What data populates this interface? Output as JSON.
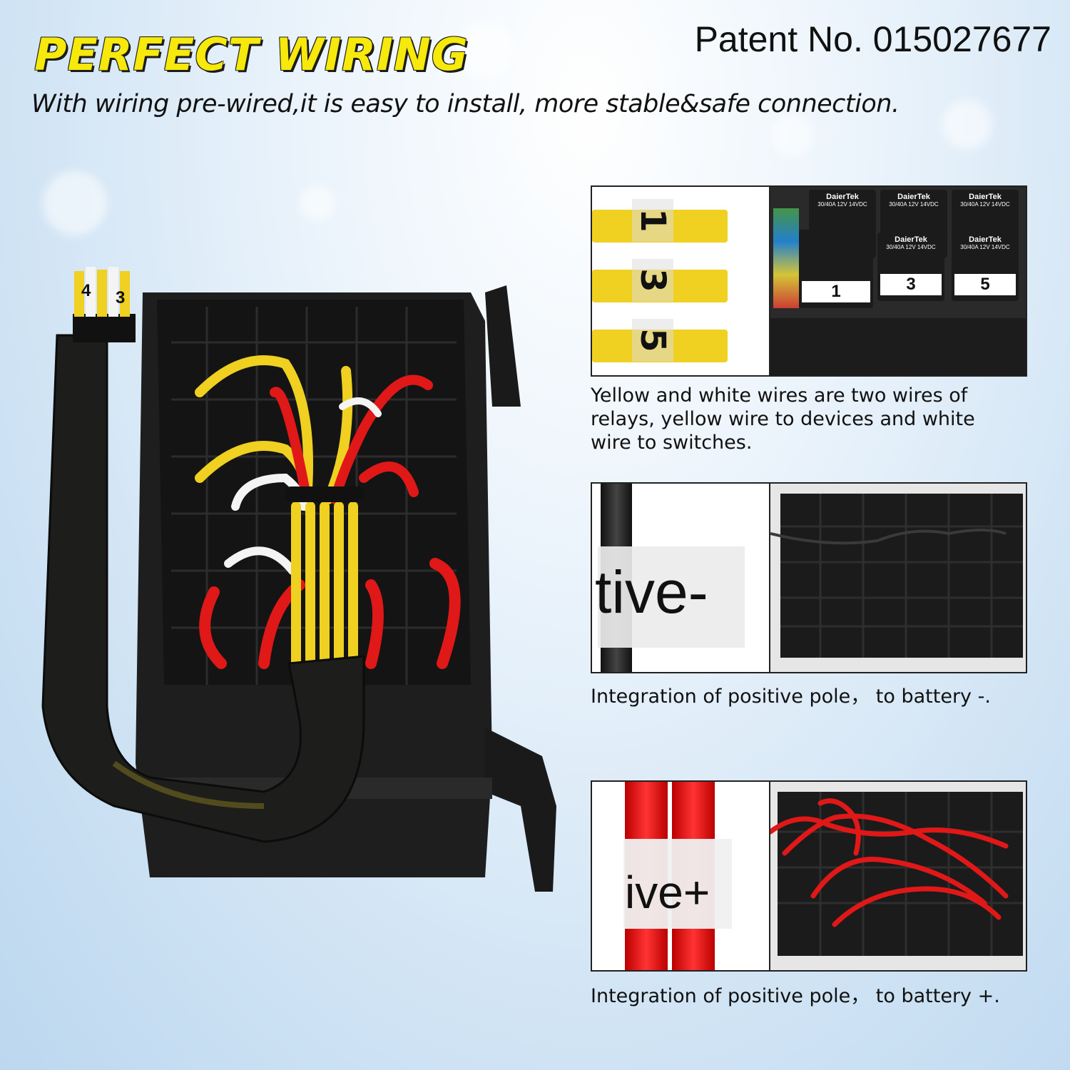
{
  "header": {
    "title": "PERFECT WIRING",
    "subtitle": "With wiring pre-wired,it is easy to install, more stable&safe connection.",
    "patent": "Patent No. 015027677"
  },
  "harness": {
    "wire_labels": [
      "4",
      "3"
    ]
  },
  "panels": [
    {
      "tag_numbers": [
        "1",
        "3",
        "5"
      ],
      "relays": [
        {
          "brand": "DaierTek",
          "spec": "30/40A 12V 14VDC",
          "label": ""
        },
        {
          "brand": "DaierTek",
          "spec": "30/40A 12V 14VDC",
          "label": ""
        },
        {
          "brand": "DaierTek",
          "spec": "30/40A 12V 14VDC",
          "label": ""
        },
        {
          "brand": "",
          "spec": "",
          "label": "1"
        },
        {
          "brand": "DaierTek",
          "spec": "30/40A 12V 14VDC",
          "label": "3"
        },
        {
          "brand": "DaierTek",
          "spec": "30/40A 12V 14VDC",
          "label": "5"
        }
      ],
      "caption": "Yellow and white wires are two wires of relays, yellow wire to devices and white wire to switches."
    },
    {
      "sleeve_text": "tive-",
      "caption": "Integration of positive pole， to battery -."
    },
    {
      "sleeve_text": "ive+",
      "caption": "Integration of positive pole， to battery +."
    }
  ],
  "colors": {
    "title_yellow": "#f6e90b",
    "wire_yellow": "#f0d020",
    "wire_red": "#e01818",
    "wire_white": "#f4f4f4",
    "box_black": "#1e1e1e"
  }
}
